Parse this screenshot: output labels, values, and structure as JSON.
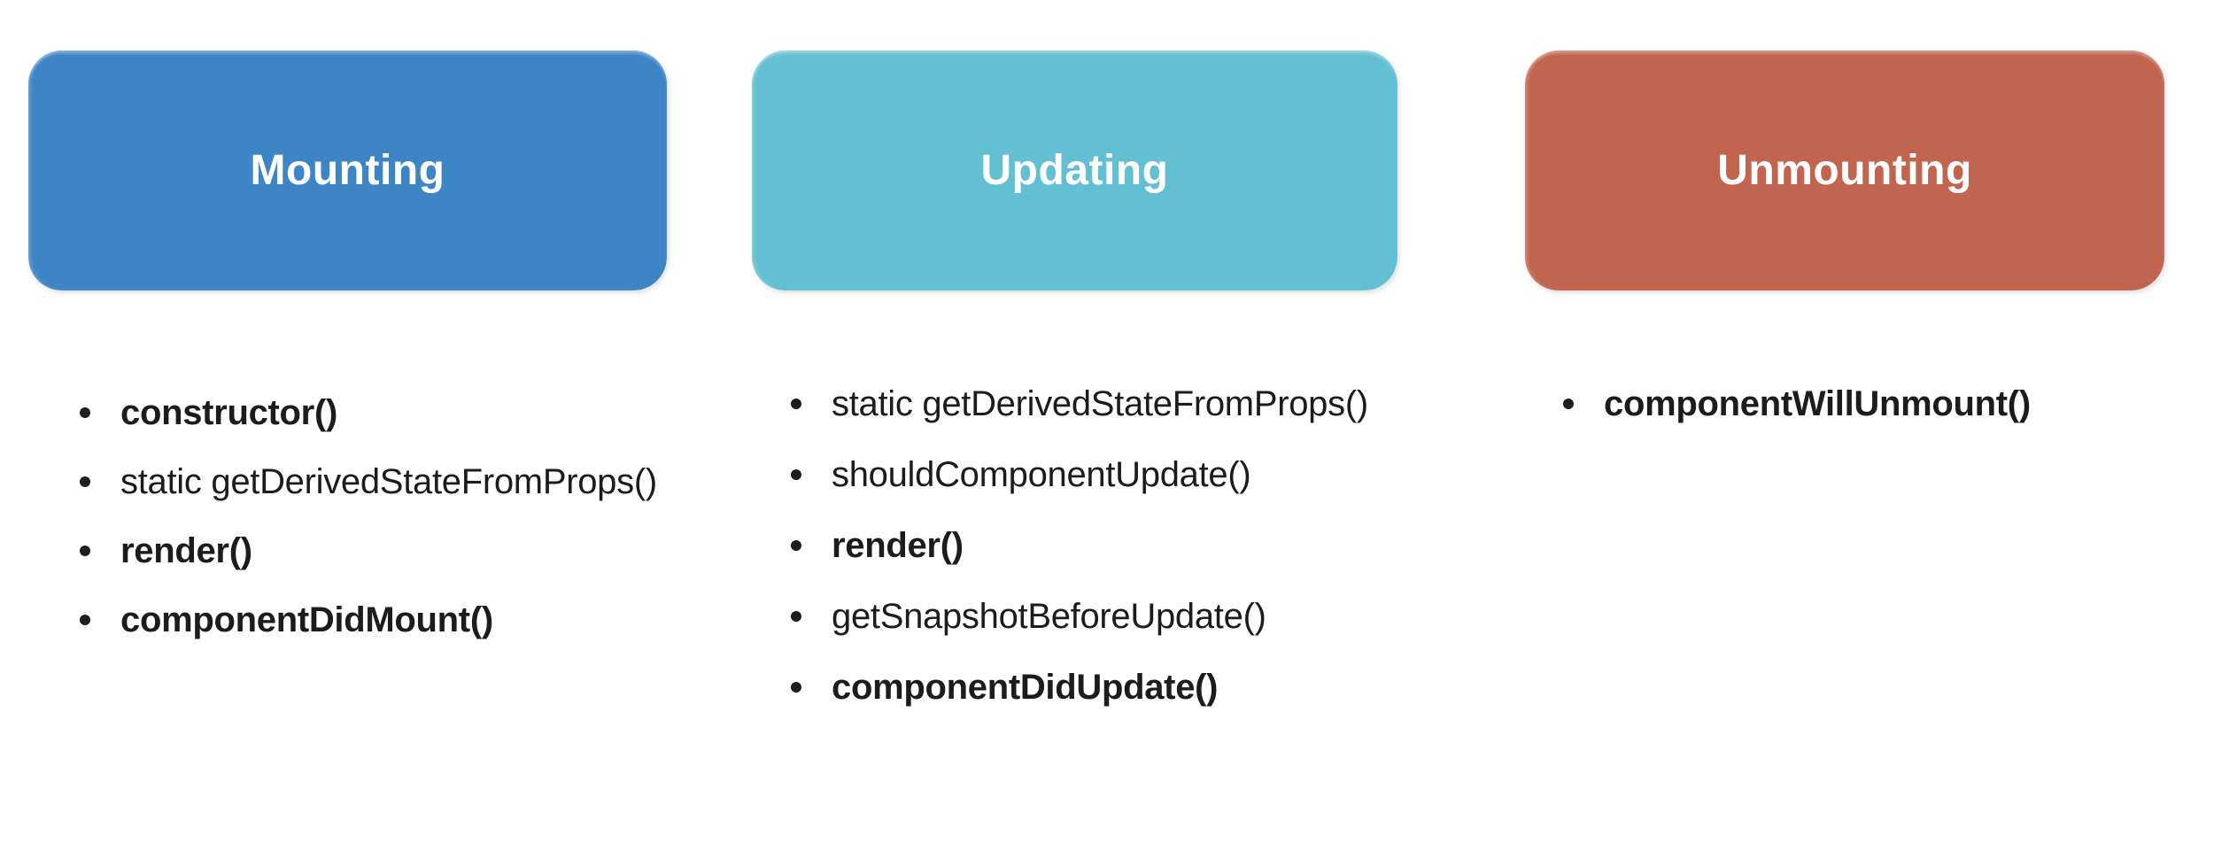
{
  "columns": [
    {
      "title": "Mounting",
      "color": "#3e85c6",
      "items": [
        {
          "text": "constructor()",
          "bold": true
        },
        {
          "text": "static getDerivedStateFromProps()",
          "bold": false
        },
        {
          "text": "render()",
          "bold": true
        },
        {
          "text": "componentDidMount()",
          "bold": true
        }
      ]
    },
    {
      "title": "Updating",
      "color": "#62c0d2",
      "items": [
        {
          "text": "static getDerivedStateFromProps()",
          "bold": false
        },
        {
          "text": "shouldComponentUpdate()",
          "bold": false
        },
        {
          "text": "render()",
          "bold": true
        },
        {
          "text": "getSnapshotBeforeUpdate()",
          "bold": false
        },
        {
          "text": "componentDidUpdate()",
          "bold": true
        }
      ]
    },
    {
      "title": "Unmounting",
      "color": "#c1654f",
      "items": [
        {
          "text": "componentWillUnmount()",
          "bold": true
        }
      ]
    }
  ]
}
